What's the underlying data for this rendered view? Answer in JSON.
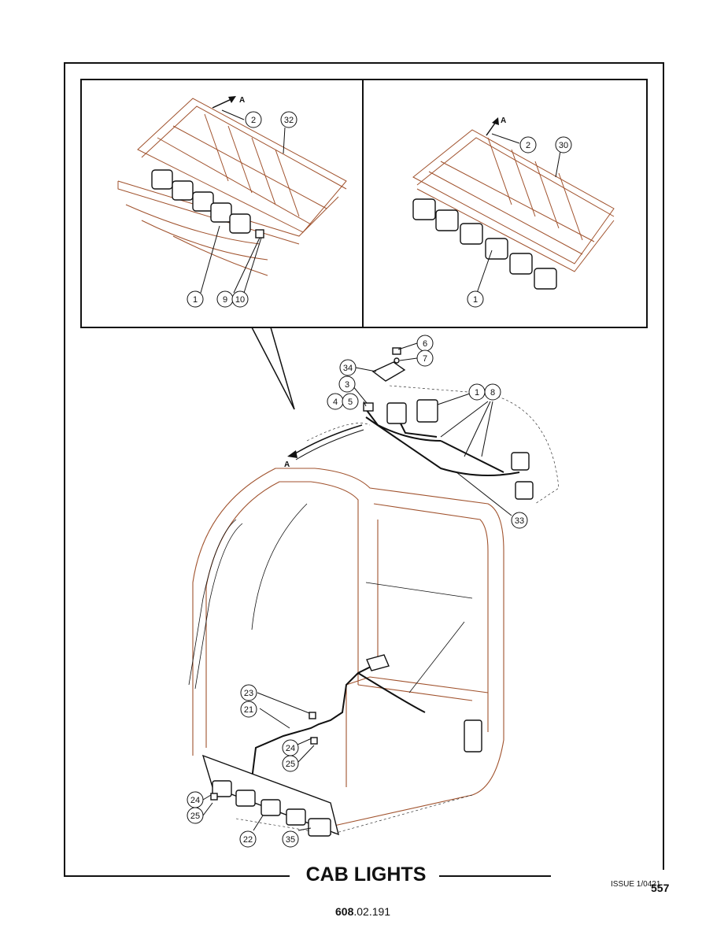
{
  "title": "CAB LIGHTS",
  "issue": "ISSUE 1/0421",
  "page_number": "557",
  "doc_number_bold": "608",
  "doc_number_rest": ".02.191",
  "view_marker": "A",
  "callouts": {
    "left_inset": [
      "2",
      "32",
      "1",
      "9",
      "10"
    ],
    "right_inset": [
      "2",
      "30",
      "1"
    ],
    "roof": [
      "6",
      "7",
      "34",
      "3",
      "4",
      "5",
      "1",
      "8",
      "33"
    ],
    "lower": [
      "23",
      "21",
      "24",
      "25",
      "24",
      "25",
      "22",
      "35"
    ]
  },
  "colors": {
    "line": "#111111",
    "brown": "#a0522d"
  }
}
